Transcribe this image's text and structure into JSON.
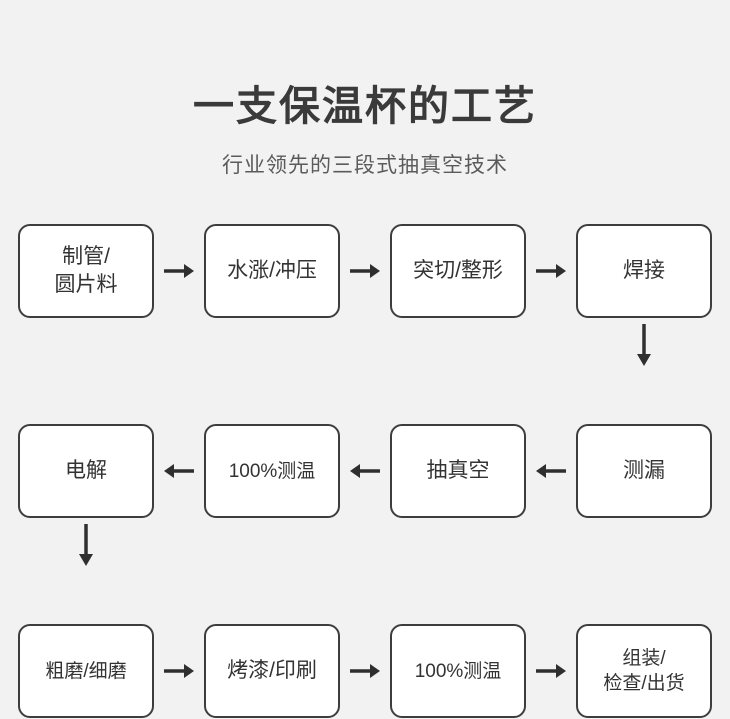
{
  "header": {
    "title": "一支保温杯的工艺",
    "subtitle": "行业领先的三段式抽真空技术"
  },
  "flow": {
    "row1": [
      {
        "lines": [
          "制管/",
          "圆片料"
        ]
      },
      {
        "lines": [
          "水涨/冲压"
        ]
      },
      {
        "lines": [
          "突切/整形"
        ]
      },
      {
        "lines": [
          "焊接"
        ]
      }
    ],
    "row2": [
      {
        "lines": [
          "电解"
        ]
      },
      {
        "lines": [
          "100%测温"
        ]
      },
      {
        "lines": [
          "抽真空"
        ]
      },
      {
        "lines": [
          "测漏"
        ]
      }
    ],
    "row3": [
      {
        "lines": [
          "粗磨/细磨"
        ]
      },
      {
        "lines": [
          "烤漆/印刷"
        ]
      },
      {
        "lines": [
          "100%测温"
        ]
      },
      {
        "lines": [
          "组装/",
          "检查/出货"
        ]
      }
    ]
  },
  "icons": {
    "arrow_right": "arrow-right-icon",
    "arrow_left": "arrow-left-icon",
    "arrow_down": "arrow-down-icon"
  },
  "colors": {
    "background": "#f2f2f2",
    "node_border": "#3d3d3d",
    "node_fill": "#ffffff",
    "text": "#333333",
    "arrow": "#2f2f2f"
  }
}
